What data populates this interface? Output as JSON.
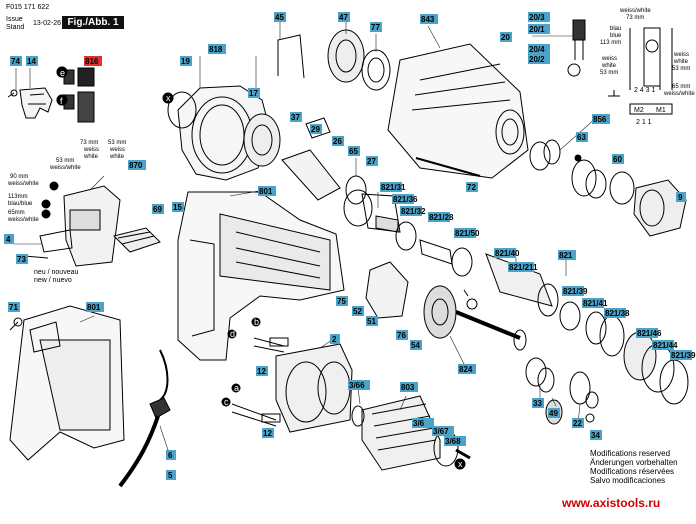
{
  "header": {
    "doc_number": "F015 171 622",
    "issue_label": "Issue",
    "stand_label": "Stand",
    "date": "13-02-26",
    "fig_label": "Fig./Abb. 1"
  },
  "footer": {
    "notices": [
      "Modifications reserved",
      "Änderungen vorbehalten",
      "Modifications réservées",
      "Salvo modificaciones"
    ],
    "website": "www.axistools.ru"
  },
  "colors": {
    "part_tag": "#4aa3c9",
    "highlight_tag": "#e03030",
    "website": "#d00000"
  },
  "part_numbers": {
    "p74": "74",
    "p14": "14",
    "p816": "816",
    "p818": "818",
    "p19": "19",
    "p17": "17",
    "p45": "45",
    "p47": "47",
    "p77": "77",
    "p843": "843",
    "p20": "20",
    "p20_3": "20/3",
    "p20_1": "20/1",
    "p20_4": "20/4",
    "p20_2": "20/2",
    "p37": "37",
    "p29": "29",
    "p26": "26",
    "p65": "65",
    "p27": "27",
    "p72": "72",
    "p870": "870",
    "p4": "4",
    "p73": "73",
    "p69": "69",
    "p15": "15",
    "p801a": "801",
    "p801b": "801",
    "p71": "71",
    "p6": "6",
    "p5": "5",
    "p12a": "12",
    "p12b": "12",
    "p2": "2",
    "p821_31": "821/31",
    "p821_36": "821/36",
    "p821_32": "821/32",
    "p821_28": "821/28",
    "p821_50": "821/50",
    "p821_40": "821/40",
    "p821_211": "821/211",
    "p821": "821",
    "p821_39a": "821/39",
    "p821_41": "821/41",
    "p821_38": "821/38",
    "p821_46": "821/46",
    "p821_44": "821/44",
    "p821_39b": "821/39",
    "p856": "856",
    "p63": "63",
    "p60": "60",
    "p9": "9",
    "p75": "75",
    "p52": "52",
    "p51": "51",
    "p76": "76",
    "p54": "54",
    "p824": "824",
    "p3_66": "3/66",
    "p803": "803",
    "p3_6": "3/6",
    "p3_67": "3/67",
    "p3_68": "3/68",
    "p33": "33",
    "p49": "49",
    "p22": "22",
    "p34": "34"
  },
  "letters": {
    "x": "x",
    "a": "a",
    "b": "b",
    "c": "c",
    "d": "d",
    "e": "e",
    "f": "f"
  },
  "wiring_left": {
    "w73": "73 mm",
    "weiss1": "weiss",
    "white1": "white",
    "w53": "53 mm",
    "weiss2": "weiss",
    "white2": "white",
    "w53b": "53 mm",
    "weiss_white3": "weiss/white",
    "w90": "90 mm",
    "weiss_white4": "weiss/white",
    "w113": "113mm",
    "blau_blue": "blau/blue",
    "w65": "65mm",
    "weiss_white5": "weiss/white",
    "new": "neu / nouveau",
    "new2": "new / nuevo"
  },
  "wiring_right": {
    "weiss_white": "weiss/white",
    "w73": "73 mm",
    "blau": "blau",
    "blue": "blue",
    "w113": "113 mm",
    "weiss": "weiss",
    "white": "white",
    "w53": "53 mm",
    "weiss_w": "weiss",
    "white_w": "white",
    "w53b": "53 mm",
    "w65": "65 mm",
    "weiss_white2": "weiss/white",
    "terminals": "2 4 3 1",
    "m2": "M2",
    "m1": "M1",
    "nums": "2 1  1"
  }
}
